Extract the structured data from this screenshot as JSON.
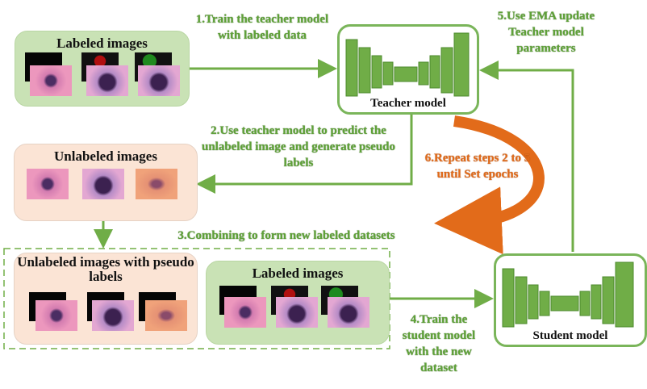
{
  "boxes": {
    "labeled_top": "Labeled images",
    "unlabeled": "Unlabeled images",
    "pseudo": "Unlabeled images with pseudo labels",
    "labeled_bottom": "Labeled images"
  },
  "models": {
    "teacher": "Teacher model",
    "student": "Student model"
  },
  "steps": {
    "s1": "1.Train the teacher model with labeled data",
    "s2": "2.Use teacher model to predict the unlabeled image and generate pseudo labels",
    "s3": "3.Combining to form new labeled datasets",
    "s4": "4.Train the student model with the new dataset",
    "s5": "5.Use EMA update Teacher model parameters",
    "s6": "6.Repeat steps 2 to 5 until Set epochs"
  },
  "colors": {
    "green": "#70ad47",
    "orange": "#e26b1a",
    "peach": "#fbe4d5",
    "lightgreen": "#c9e2b5"
  }
}
